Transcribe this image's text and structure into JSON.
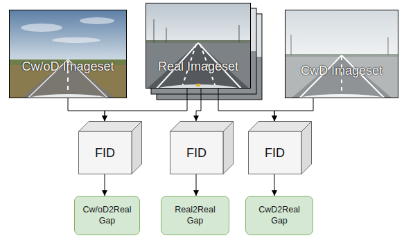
{
  "diagram": {
    "nodes": [
      {
        "text": [
          "Cw/oD Imageset"
        ]
      },
      {
        "text": [
          "Real Imageset"
        ]
      },
      {
        "text": [
          "CwD Imageset"
        ]
      },
      {
        "text": [
          "FID"
        ]
      },
      {
        "text": [
          "FID"
        ]
      },
      {
        "text": [
          "FID"
        ]
      },
      {
        "text": [
          "Cw/oD2Real Gap"
        ]
      },
      {
        "text": [
          "Real2Real Gap"
        ]
      },
      {
        "text": [
          "CwD2Real Gap"
        ]
      }
    ],
    "edges": [
      {
        "from": 0,
        "to": 3,
        "arrow": "to"
      },
      {
        "from": 1,
        "to": 3,
        "arrow": "to"
      },
      {
        "from": 1,
        "to": 4,
        "arrow": "to"
      },
      {
        "from": 1,
        "to": 5,
        "arrow": "to"
      },
      {
        "from": 2,
        "to": 5,
        "arrow": "to"
      },
      {
        "from": 3,
        "to": 6,
        "arrow": "to"
      },
      {
        "from": 4,
        "to": 7,
        "arrow": "to"
      },
      {
        "from": 5,
        "to": 8,
        "arrow": "to"
      }
    ]
  }
}
